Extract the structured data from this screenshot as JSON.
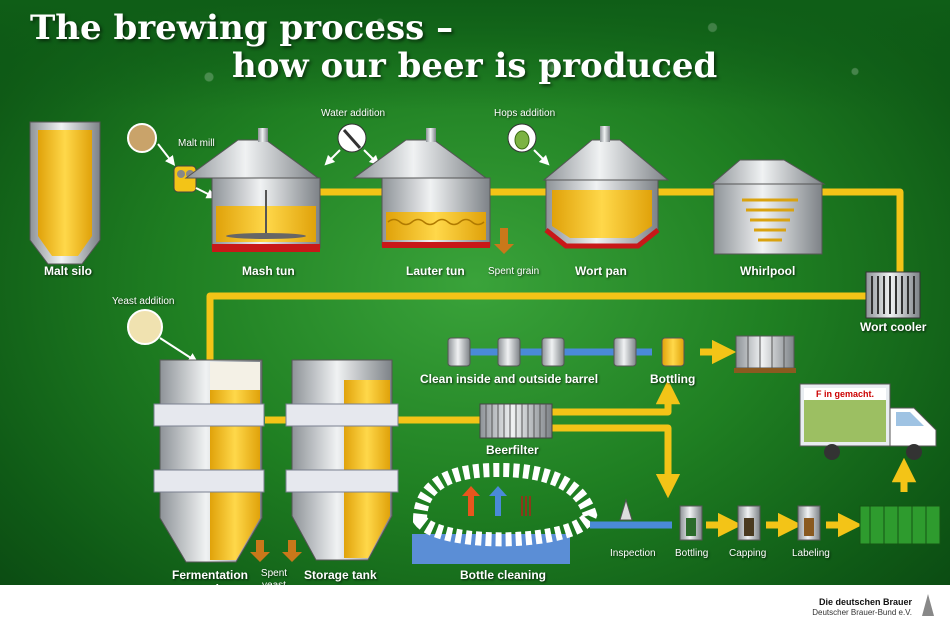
{
  "title": {
    "line1": "The brewing process –",
    "line2": "how our beer is produced"
  },
  "stations": {
    "malt_silo": "Malt silo",
    "malt_mill": "Malt mill",
    "mash_tun": "Mash tun",
    "water_addition": "Water addition",
    "lauter_tun": "Lauter tun",
    "spent_grain": "Spent grain",
    "hops_addition": "Hops addition",
    "wort_pan": "Wort pan",
    "whirlpool": "Whirlpool",
    "wort_cooler": "Wort cooler",
    "yeast_addition": "Yeast addition",
    "fermentation_tank": "Fermentation tank",
    "spent_yeast_line1": "Spent",
    "spent_yeast_line2": "yeast",
    "storage_tank": "Storage tank",
    "beerfilter": "Beerfilter",
    "clean_barrel": "Clean inside and outside barrel",
    "bottling_barrel": "Bottling",
    "bottle_cleaning": "Bottle cleaning",
    "inspection": "Inspection",
    "bottling": "Bottling",
    "capping": "Capping",
    "labeling": "Labeling"
  },
  "truck_sign": "F in gemacht.",
  "footer": {
    "brand": "Die deutschen Brauer",
    "sub": "Deutscher Brauer-Bund e.V."
  },
  "colors": {
    "pipe": "#f3c417",
    "blue_arrow": "#4a8ad8",
    "beer": "#f5c21a",
    "steel": "#b8bcc0",
    "red_base": "#c81818"
  }
}
